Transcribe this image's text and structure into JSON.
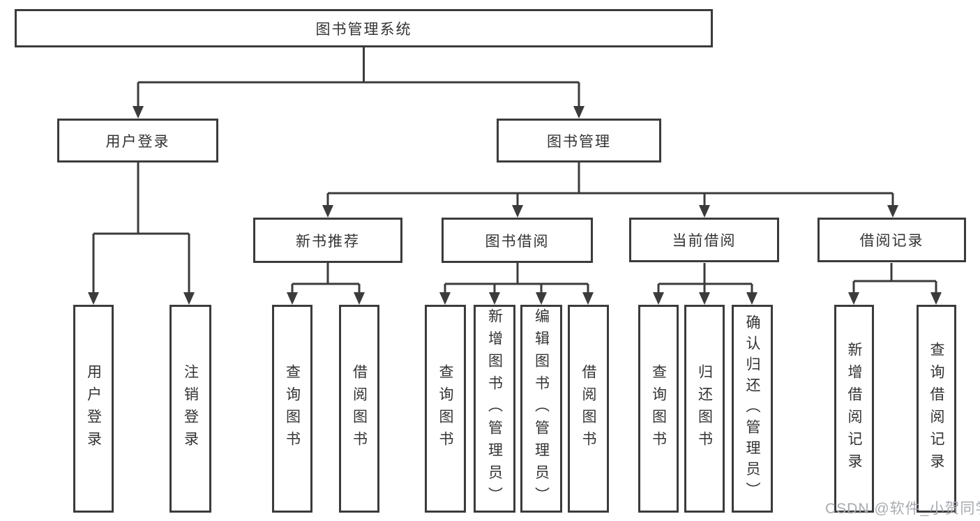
{
  "diagram": {
    "title": "图书管理系统",
    "children": [
      {
        "label": "用户登录",
        "children": [
          {
            "label": "用户登录"
          },
          {
            "label": "注销登录"
          }
        ]
      },
      {
        "label": "图书管理",
        "children": [
          {
            "label": "新书推荐",
            "children": [
              {
                "label": "查询图书"
              },
              {
                "label": "借阅图书"
              }
            ]
          },
          {
            "label": "图书借阅",
            "children": [
              {
                "label": "查询图书"
              },
              {
                "label": "新增图书（管理员）"
              },
              {
                "label": "编辑图书（管理员）"
              },
              {
                "label": "借阅图书"
              }
            ]
          },
          {
            "label": "当前借阅",
            "children": [
              {
                "label": "查询图书"
              },
              {
                "label": "归还图书"
              },
              {
                "label": "确认归还（管理员）"
              }
            ]
          },
          {
            "label": "借阅记录",
            "children": [
              {
                "label": "新增借阅记录"
              },
              {
                "label": "查询借阅记录"
              }
            ]
          }
        ]
      }
    ]
  },
  "watermark": {
    "text": "CSDN @软件_小贺同学"
  },
  "colors": {
    "line": "#3b3b3b",
    "text": "#333333",
    "watermark": "#a7abb1",
    "background": "#ffffff"
  }
}
